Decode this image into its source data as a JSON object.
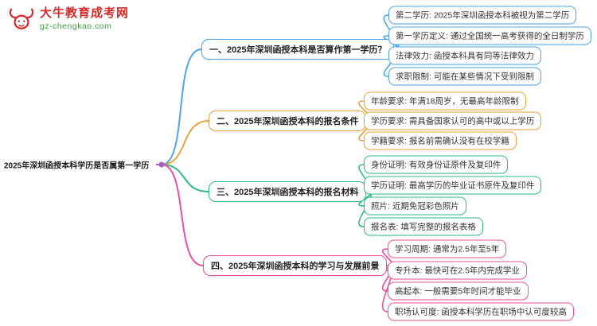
{
  "logo": {
    "title": "大牛教育成考网",
    "subtitle": "gz-chengkao.com",
    "title_color": "#d42b2b",
    "subtitle_color": "#3c9e3f"
  },
  "root": {
    "label": "2025年深圳函授本科学历是否属第一学历",
    "dot_color": "#a75fc6"
  },
  "branches": [
    {
      "label": "一、2025年深圳函授本科是否算作第一学历？",
      "color": "#4da6e8",
      "children": [
        "第二学历: 2025年深圳函授本科被视为第二学历",
        "第一学历定义: 通过全国统一高考获得的全日制学历",
        "法律效力: 函授本科具有同等法律效力",
        "求职限制: 可能在某些情况下受到限制"
      ]
    },
    {
      "label": "二、2025年深圳函授本科的报名条件",
      "color": "#e8a33c",
      "children": [
        "年龄要求: 年满18周岁，无最高年龄限制",
        "学历要求: 需具备国家认可的高中或以上学历",
        "学籍要求: 报名前需确认没有在校学籍"
      ]
    },
    {
      "label": "三、2025年深圳函授本科的报名材料",
      "color": "#2fbc82",
      "children": [
        "身份证明: 有效身份证原件及复印件",
        "学历证明: 最高学历的毕业证书原件及复印件",
        "照片: 近期免冠彩色照片",
        "报名表: 填写完整的报名表格"
      ]
    },
    {
      "label": "四、2025年深圳函授本科的学习与发展前景",
      "color": "#ec4f9e",
      "children": [
        "学习周期: 通常为2.5年至5年",
        "专升本: 最快可在2.5年内完成学业",
        "高起本: 一般需要5年时间才能毕业",
        "职场认可度: 函授本科学历在职场中认可度较高"
      ]
    }
  ]
}
